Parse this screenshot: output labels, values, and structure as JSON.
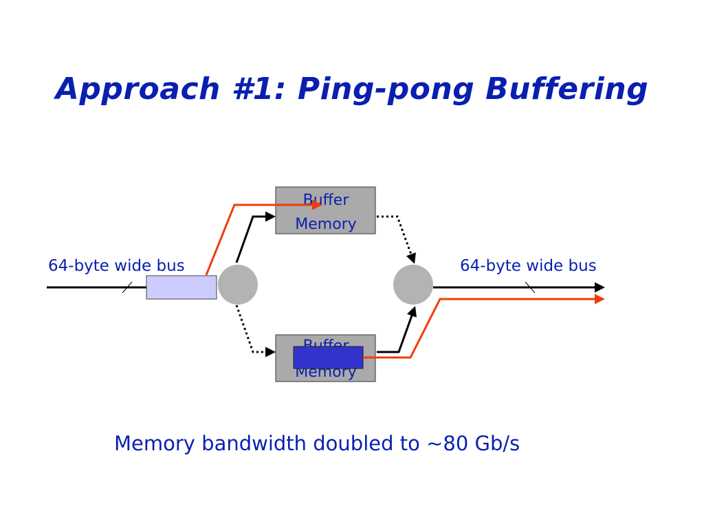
{
  "slide": {
    "title": "Approach #1: Ping-pong Buffering",
    "caption": "Memory bandwidth doubled to ~80 Gb/s"
  },
  "diagram": {
    "input_bus_label": "64-byte wide bus",
    "output_bus_label": "64-byte wide bus",
    "top_buffer": {
      "line1": "Buffer",
      "line2": "Memory"
    },
    "bottom_buffer": {
      "line1": "Buffer",
      "line2": "Memory"
    },
    "colors": {
      "text": "#0a1fb0",
      "data_path": "#f03c0a",
      "buffer_box": "#aaaaaa",
      "input_block": "#ccccff",
      "stored_block": "#3333cc",
      "switch": "#b3b3b3"
    }
  }
}
